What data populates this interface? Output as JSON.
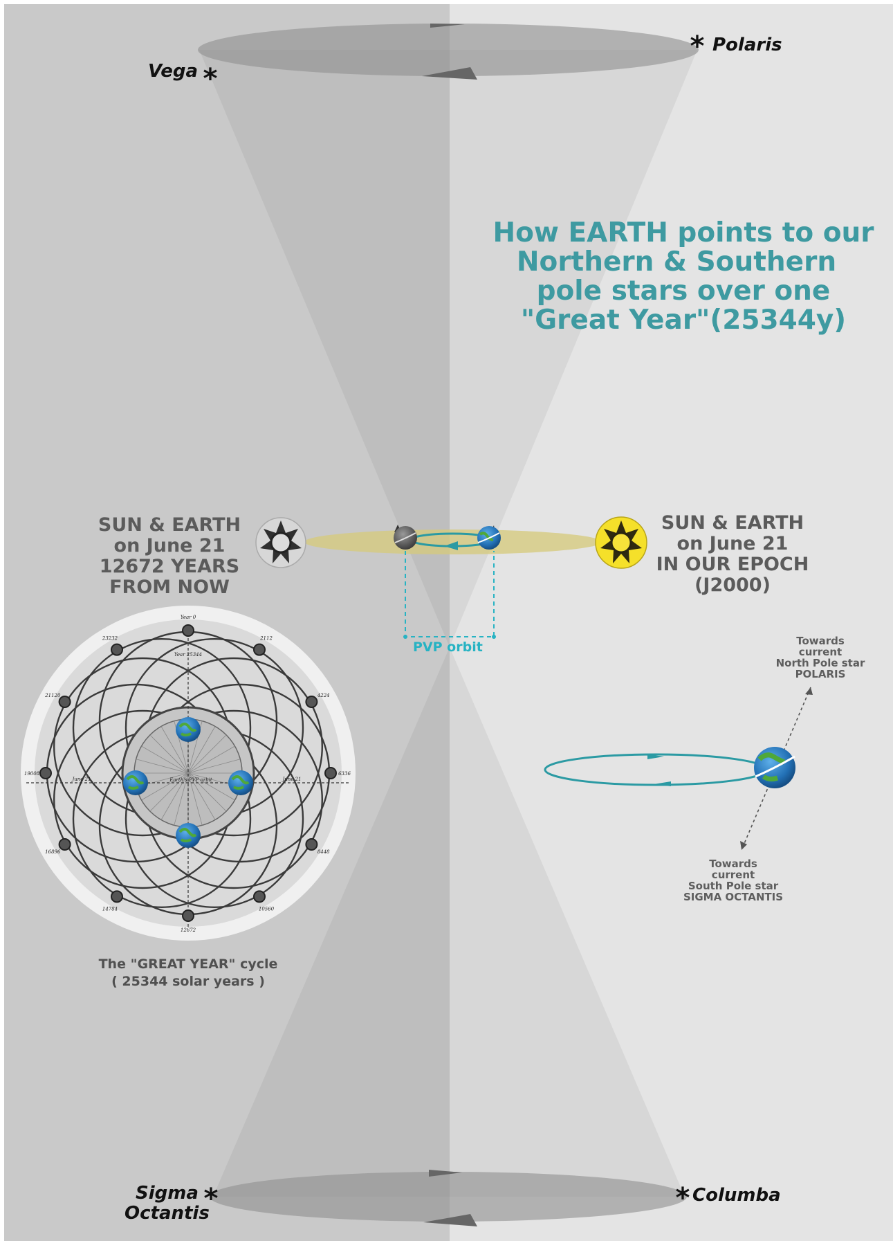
{
  "stars": {
    "vega": "Vega",
    "polaris": "Polaris",
    "sigma_octantis": "Sigma",
    "sigma_octantis_2": "Octantis",
    "columba": "Columba",
    "star_symbol": "*"
  },
  "title": {
    "line1": "How EARTH points to our",
    "line2": "Northern & Southern",
    "line3": "pole stars over one",
    "line4": "\"Great Year\"(25344y)"
  },
  "future_block": {
    "line1": "SUN & EARTH",
    "line2": "on June 21",
    "line3": "12672 YEARS",
    "line4": "FROM NOW"
  },
  "current_block": {
    "line1": "SUN & EARTH",
    "line2": "on June 21",
    "line3": "IN OUR EPOCH",
    "line4": "(J2000)"
  },
  "pvp_label": "PVP orbit",
  "north_pointer": {
    "line1": "Towards",
    "line2": "current",
    "line3": "North Pole star",
    "line4": "POLARIS"
  },
  "south_pointer": {
    "line1": "Towards",
    "line2": "current",
    "line3": "South Pole star",
    "line4": "SIGMA OCTANTIS"
  },
  "great_year_caption": {
    "line1": "The \"GREAT YEAR\" cycle",
    "line2": "( 25344 solar years )"
  },
  "cycle_diagram": {
    "year_labels": [
      "Year 0",
      "2112",
      "4224",
      "6336",
      "8448",
      "10560",
      "12672",
      "14784",
      "16896",
      "19008",
      "21120",
      "23232"
    ],
    "inner_top_label": "Year 25344",
    "inner_center_label": "Earth's PVP orbit",
    "june_label": "June 21"
  },
  "colors": {
    "left_background": "#c9c9c9",
    "right_background": "#e4e4e4",
    "title": "#3e9aa1",
    "pvp": "#27b3c3",
    "sun_yellow": "#f5e02a",
    "ecliptic_band": "#d6c97a",
    "earth_blue": "#2f7fc1",
    "earth_green": "#4fa83a"
  }
}
